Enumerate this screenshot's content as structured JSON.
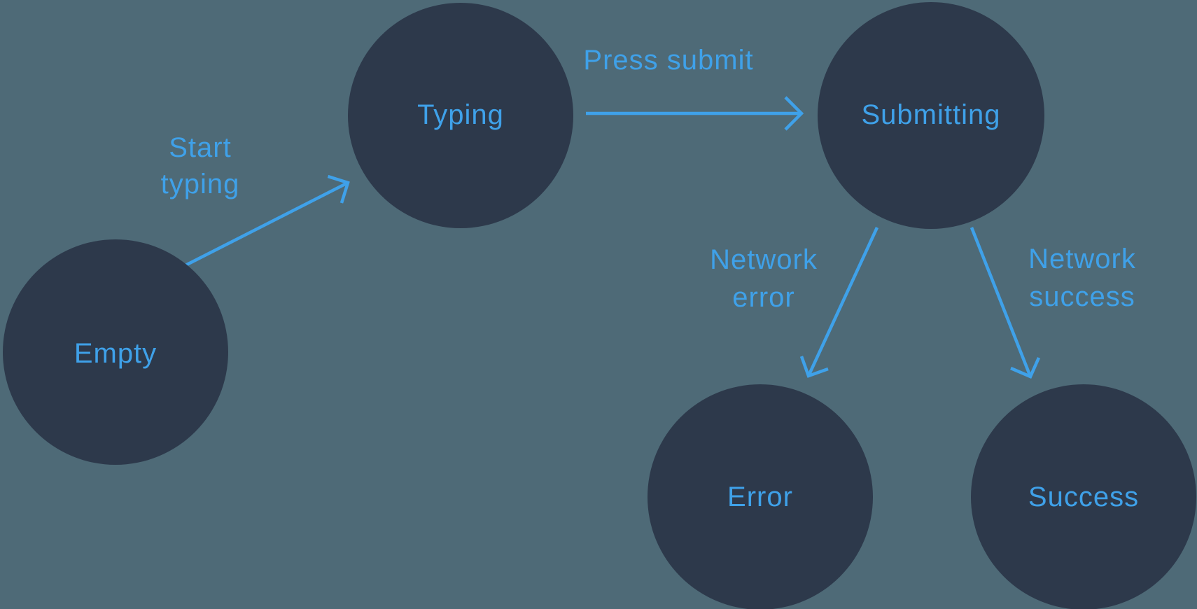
{
  "colors": {
    "background": "#4e6a77",
    "node_fill": "#2d394b",
    "accent": "#3fa1e9"
  },
  "nodes": {
    "empty": {
      "label": "Empty"
    },
    "typing": {
      "label": "Typing"
    },
    "submitting": {
      "label": "Submitting"
    },
    "error": {
      "label": "Error"
    },
    "success": {
      "label": "Success"
    }
  },
  "edges": {
    "start_typing": {
      "label": "Start typing",
      "line1": "Start",
      "line2": "typing"
    },
    "press_submit": {
      "label": "Press submit",
      "line1": "Press submit"
    },
    "network_error": {
      "label": "Network error",
      "line1": "Network",
      "line2": "error"
    },
    "network_success": {
      "label": "Network success",
      "line1": "Network",
      "line2": "success"
    }
  }
}
